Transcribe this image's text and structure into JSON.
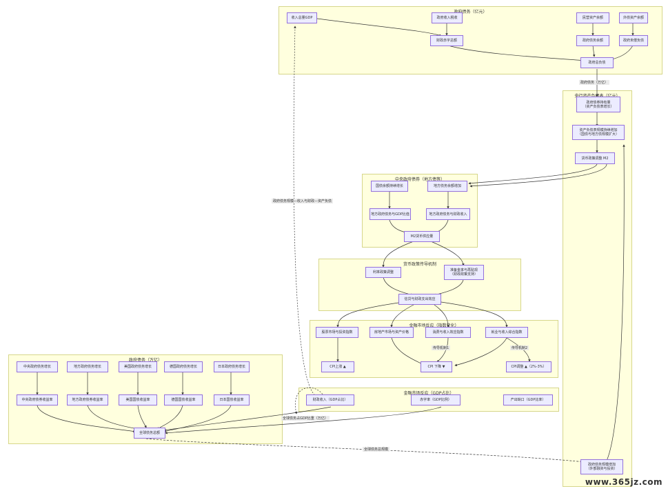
{
  "clusters": {
    "top": "政府债务（亿元）",
    "right": "央行资产负债表（亿元）",
    "mid": "中央政府债券（地方债等）",
    "transmission": "货币政策传导机制",
    "market": "金融市场反应（指数变化）",
    "bottom": "金融市场反应（GDP占比）",
    "left": "政府债务（万亿）"
  },
  "nodes": {
    "top_gdp": "收入总量GDP",
    "top_tax": "政府收入税收",
    "top_gov1": "政府债务余额",
    "top_gov2": "政府未偿负债",
    "top_mid": "财政赤字总额",
    "top_r1": "民营资产余额",
    "top_r2": "外债资产余额",
    "top_bottom": "政府总负债",
    "right_1": "政府债券持有量\n（资产负债表增长）",
    "right_2": "资产负债表规模持续增加\n（国债与地方债规模扩大）",
    "right_3": "货币政策调整 M2",
    "right_bottom": "政府债务规模增加\n（外部融资与投资）",
    "mid_1": "国债余额持续增长",
    "mid_2": "地方债务余额增加",
    "mid_3": "地方政府债务与GDP比值",
    "mid_4": "地方政府债务与财政收入",
    "mid_5": "M2货币供应量",
    "tr_1": "利率政策调整",
    "tr_2": "准备金率与再贴现\n（财政政策支持）",
    "tr_3": "信贷与财政支出效应",
    "mk_1": "股票市场与投资指数",
    "mk_2": "房地产市场与资产价格",
    "mk_3": "消费与收入效应指数",
    "mk_4": "就业与收入综合指数",
    "mk_cpi1": "CPI上涨 ▲",
    "mk_cpi2": "CPI 下降 ▼",
    "mk_cpi3": "CPI调整 ▲（2%-3%）",
    "bt_1": "财政收入（GDP占比）",
    "bt_2": "赤字率（GDP比例）",
    "bt_3": "产出缺口（GDP比率）",
    "l_t1": "中央政府债务增长",
    "l_t2": "地方政府债务增长",
    "l_t3": "美国政府债务增长",
    "l_t4": "德国政府债务增长",
    "l_t5": "日本政府债务增长",
    "l_b1": "中央政府债券收益率",
    "l_b2": "地方政府债券收益率",
    "l_b3": "美国国债收益率",
    "l_b4": "德国国债收益率",
    "l_b5": "日本国债收益率",
    "l_bottom": "全球债务总额"
  },
  "edge_labels": {
    "a": "政府债务（万亿）",
    "b": "政府债务规模—收入与财政—资产负债",
    "c": "传导机制1",
    "d": "传导机制2",
    "e": "全球债务占GDP比重（万亿）",
    "f": "全球债务总规模"
  },
  "watermark": "www.365jz.com",
  "colors": {
    "cluster_fill": "#ffffde",
    "node_fill": "#ececff",
    "node_border": "#9370db",
    "edge": "#333333"
  }
}
